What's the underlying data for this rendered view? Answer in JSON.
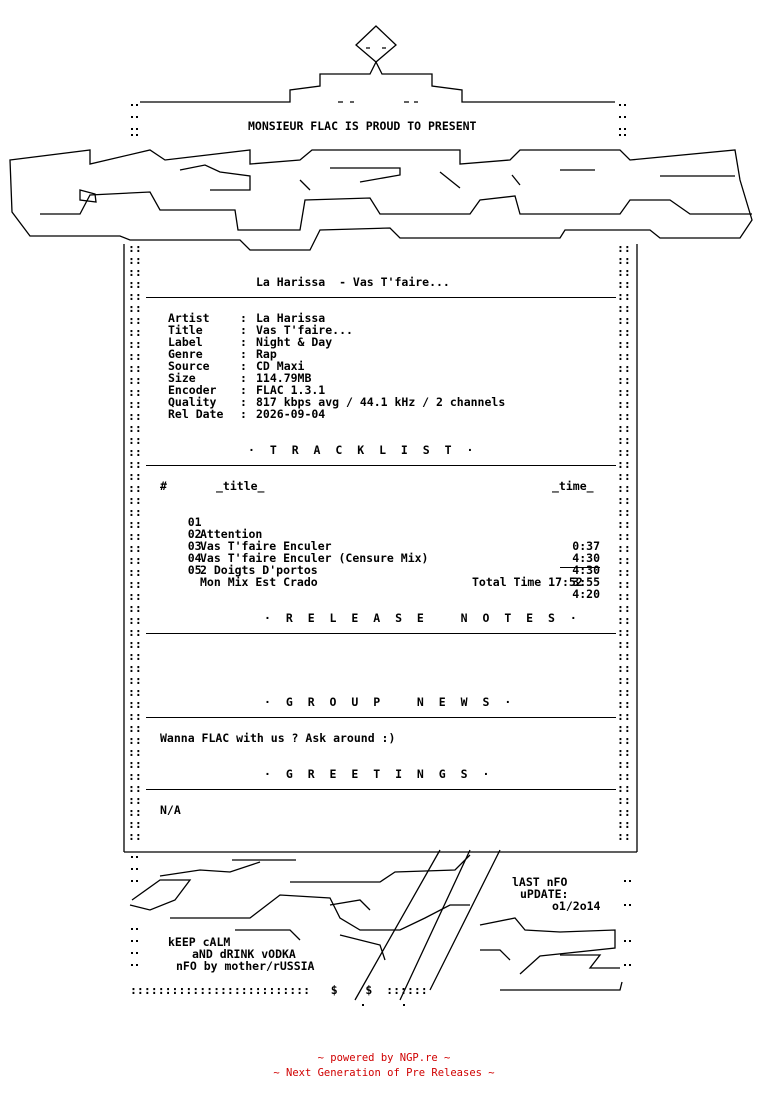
{
  "header": {
    "presents": "MONSIEUR FLAC IS PROUD TO PRESENT"
  },
  "release": {
    "heading": "La Harissa  - Vas T'faire...",
    "fields": [
      {
        "label": "Artist",
        "value": "La Harissa"
      },
      {
        "label": "Title",
        "value": "Vas T'faire..."
      },
      {
        "label": "Label",
        "value": "Night & Day"
      },
      {
        "label": "Genre",
        "value": "Rap"
      },
      {
        "label": "Source",
        "value": "CD Maxi"
      },
      {
        "label": "Size",
        "value": "114.79MB"
      },
      {
        "label": "Encoder",
        "value": "FLAC 1.3.1"
      },
      {
        "label": "Quality",
        "value": "817 kbps avg / 44.1 kHz / 2 channels"
      },
      {
        "label": "Rel Date",
        "value": "2026-09-04"
      }
    ]
  },
  "tracklist": {
    "heading": "· T R A C K L I S T ·",
    "col_num": "#",
    "col_title": "_title_",
    "col_time": "_time_",
    "tracks": [
      {
        "num": "01",
        "title": "Attention",
        "time": "0:37"
      },
      {
        "num": "02",
        "title": "Vas T'faire Enculer",
        "time": "4:30"
      },
      {
        "num": "03",
        "title": "Vas T'faire Enculer (Censure Mix)",
        "time": "4:30"
      },
      {
        "num": "04",
        "title": "2 Doigts D'portos",
        "time": "3:55"
      },
      {
        "num": "05",
        "title": "Mon Mix Est Crado",
        "time": "4:20"
      }
    ],
    "total_time": "Total Time 17:52"
  },
  "notes": {
    "heading": "· R E L E A S E   N O T E S ·"
  },
  "group_news": {
    "heading": "· G R O U P   N E W S ·",
    "text": "Wanna FLAC with us ? Ask around :)"
  },
  "greetings": {
    "heading": "· G R E E T I N G S ·",
    "text": "N/A"
  },
  "bottom": {
    "last_nfo": "lAST nFO",
    "update": "uPDATE:",
    "date": "o1/2o14",
    "line1": "kEEP cALM",
    "line2": "aND dRINK vODKA",
    "line3": "nFO by mother/rUSSIA",
    "dots": "::::::::::::::::::::::::::   $    $  ::::::"
  },
  "footer": {
    "powered": "~ powered by NGP.re ~",
    "tagline": "~ Next Generation of Pre Releases ~"
  }
}
